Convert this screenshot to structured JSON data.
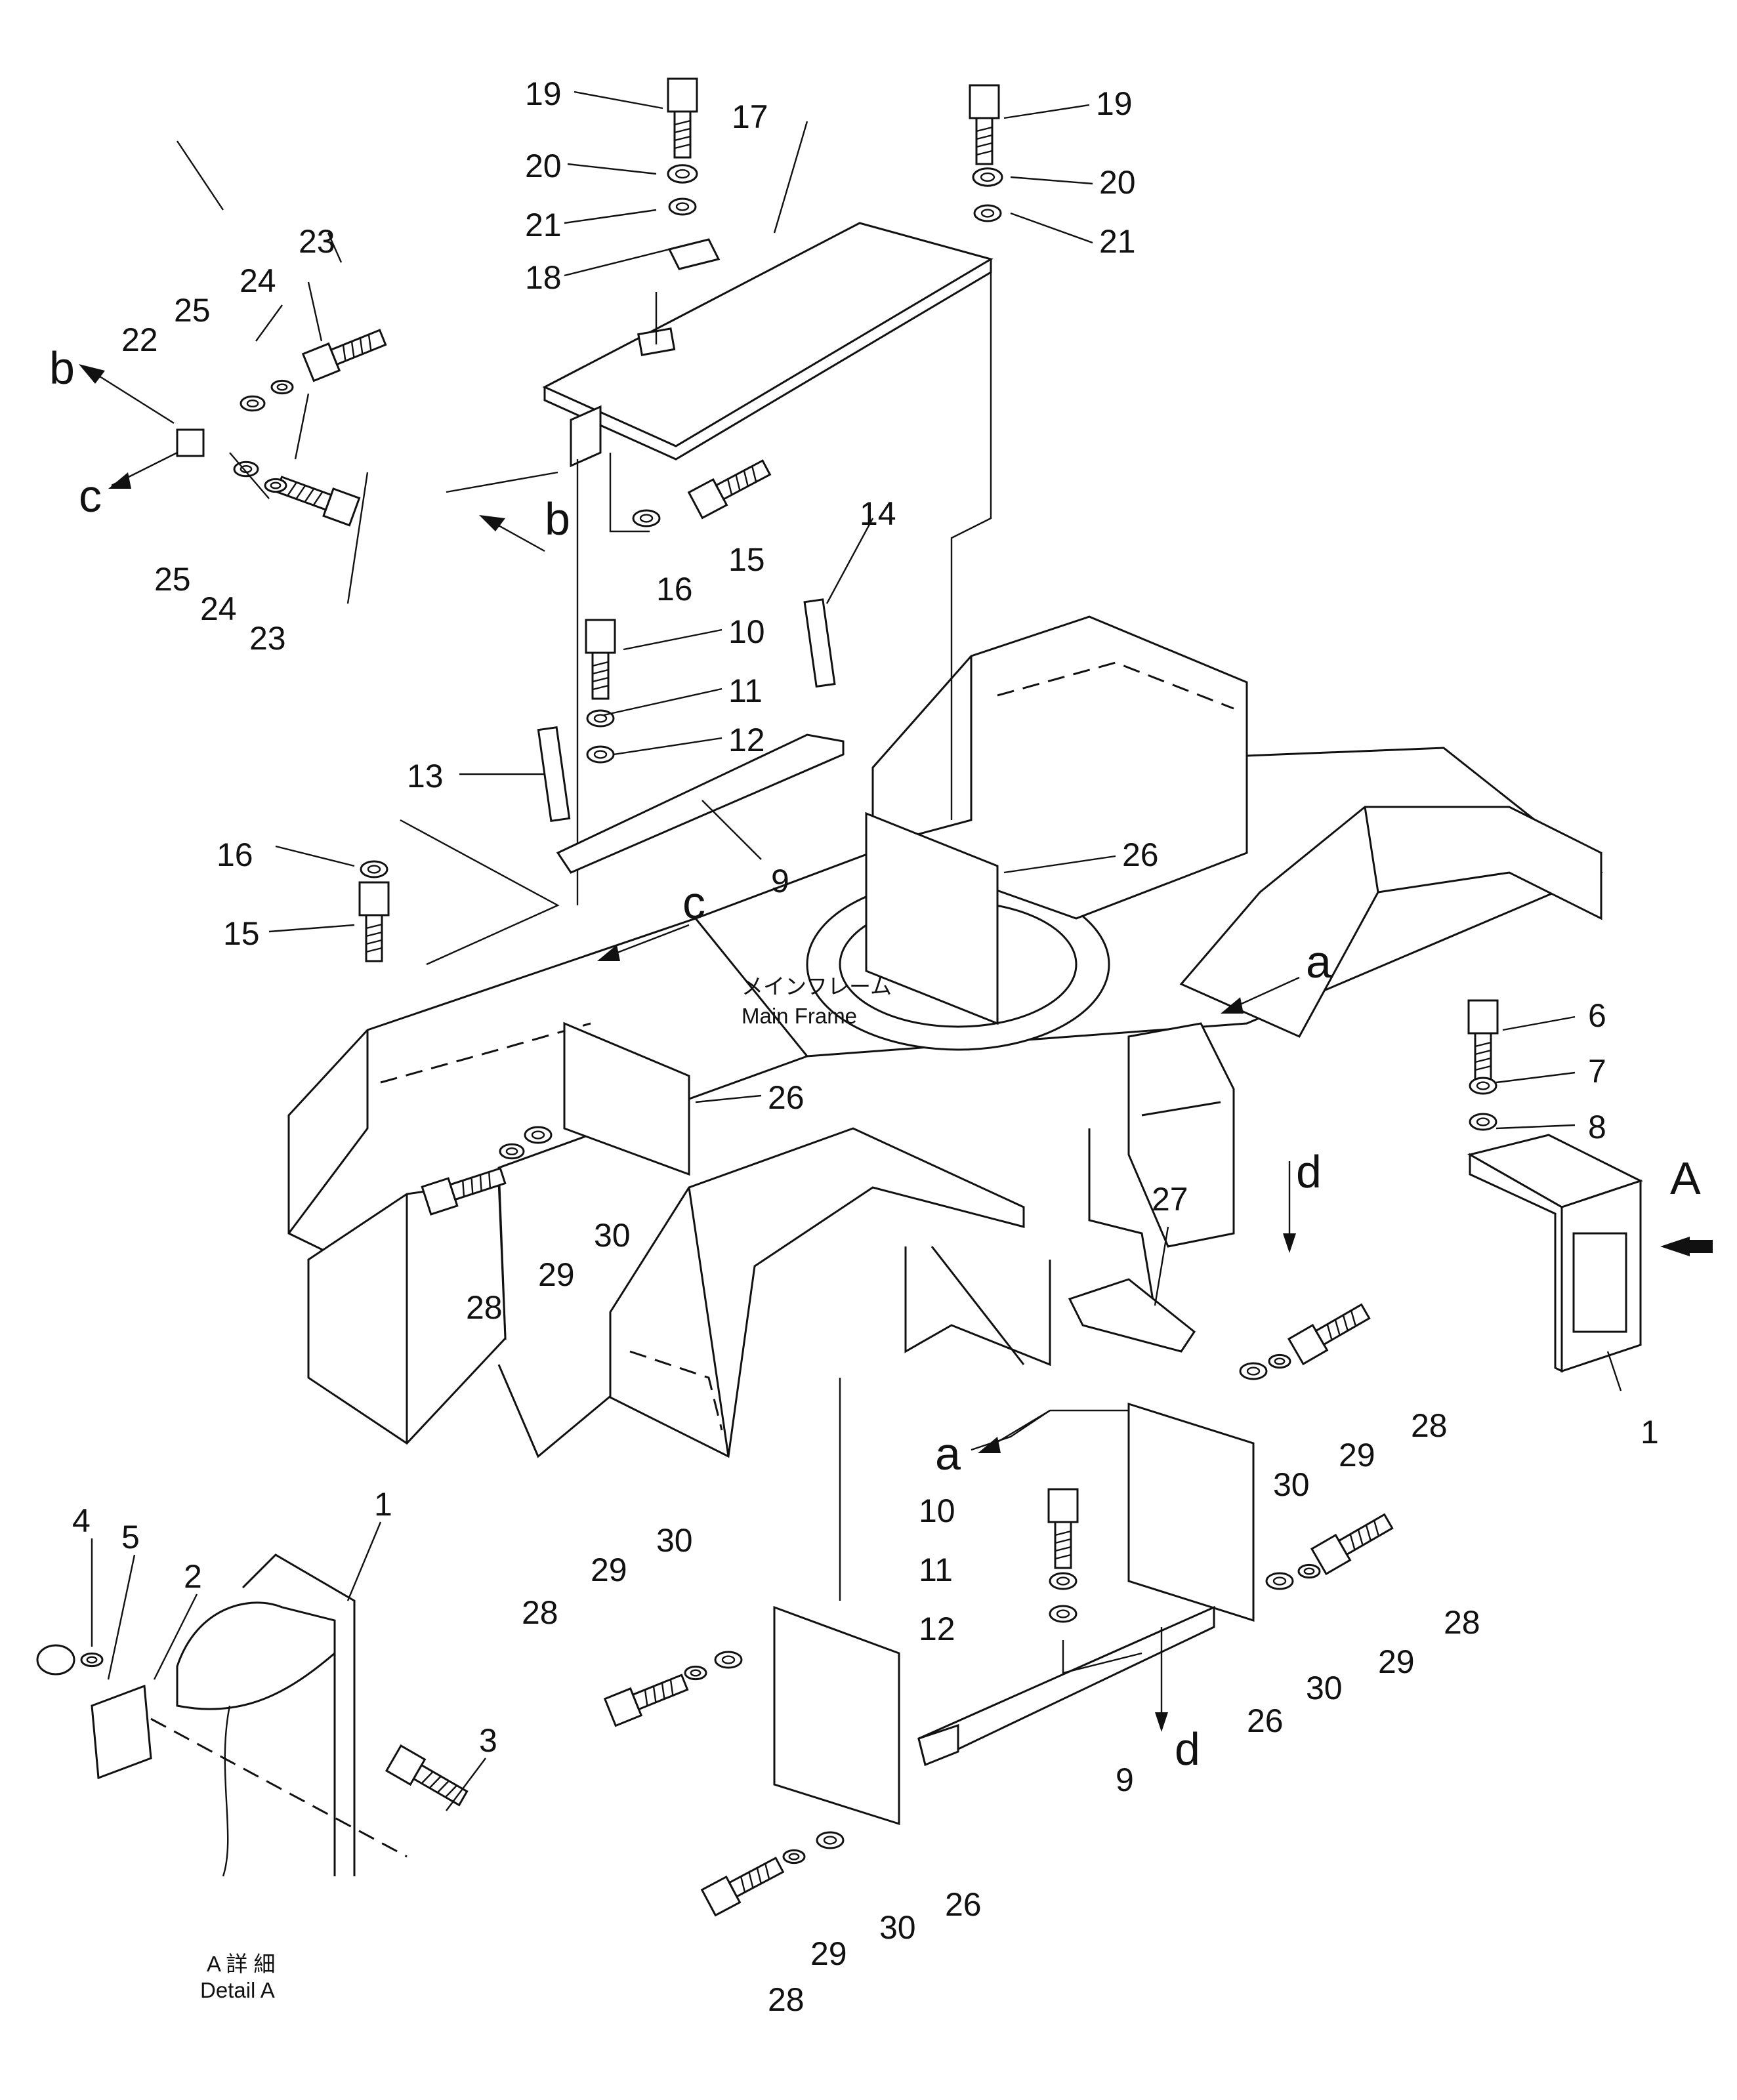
{
  "callouts": {
    "c1_top": "1",
    "c1_bottom": "1",
    "c2": "2",
    "c3": "3",
    "c4": "4",
    "c5": "5",
    "c6": "6",
    "c7": "7",
    "c8": "8",
    "c9_mid": "9",
    "c9_low": "9",
    "c10_top": "10",
    "c10_low": "10",
    "c11_top": "11",
    "c11_low": "11",
    "c12_top": "12",
    "c12_low": "12",
    "c13": "13",
    "c14": "14",
    "c15_a": "15",
    "c15_b": "15",
    "c16_a": "16",
    "c16_b": "16",
    "c17": "17",
    "c18": "18",
    "c19_l": "19",
    "c19_r": "19",
    "c20_l": "20",
    "c20_r": "20",
    "c21_l": "21",
    "c21_r": "21",
    "c22": "22",
    "c23_a": "23",
    "c23_b": "23",
    "c24_a": "24",
    "c24_b": "24",
    "c25_a": "25",
    "c25_b": "25",
    "c26_a": "26",
    "c26_b": "26",
    "c26_c": "26",
    "c26_d": "26",
    "c27": "27",
    "c28_a": "28",
    "c28_b": "28",
    "c28_c": "28",
    "c28_d": "28",
    "c28_e": "28",
    "c29_a": "29",
    "c29_b": "29",
    "c29_c": "29",
    "c29_d": "29",
    "c29_e": "29",
    "c30_a": "30",
    "c30_b": "30",
    "c30_c": "30",
    "c30_d": "30",
    "c30_e": "30"
  },
  "refs": {
    "b_left": "b",
    "b_right": "b",
    "c_left": "c",
    "c_mid": "c",
    "a_right": "a",
    "a_low": "a",
    "d_mid": "d",
    "d_low": "d",
    "view_a": "A"
  },
  "labels": {
    "main_frame_jp": "メインフレーム",
    "main_frame_en": "Main  Frame",
    "detail_a_jp": "A 詳 細",
    "detail_a_en": "Detail  A"
  }
}
